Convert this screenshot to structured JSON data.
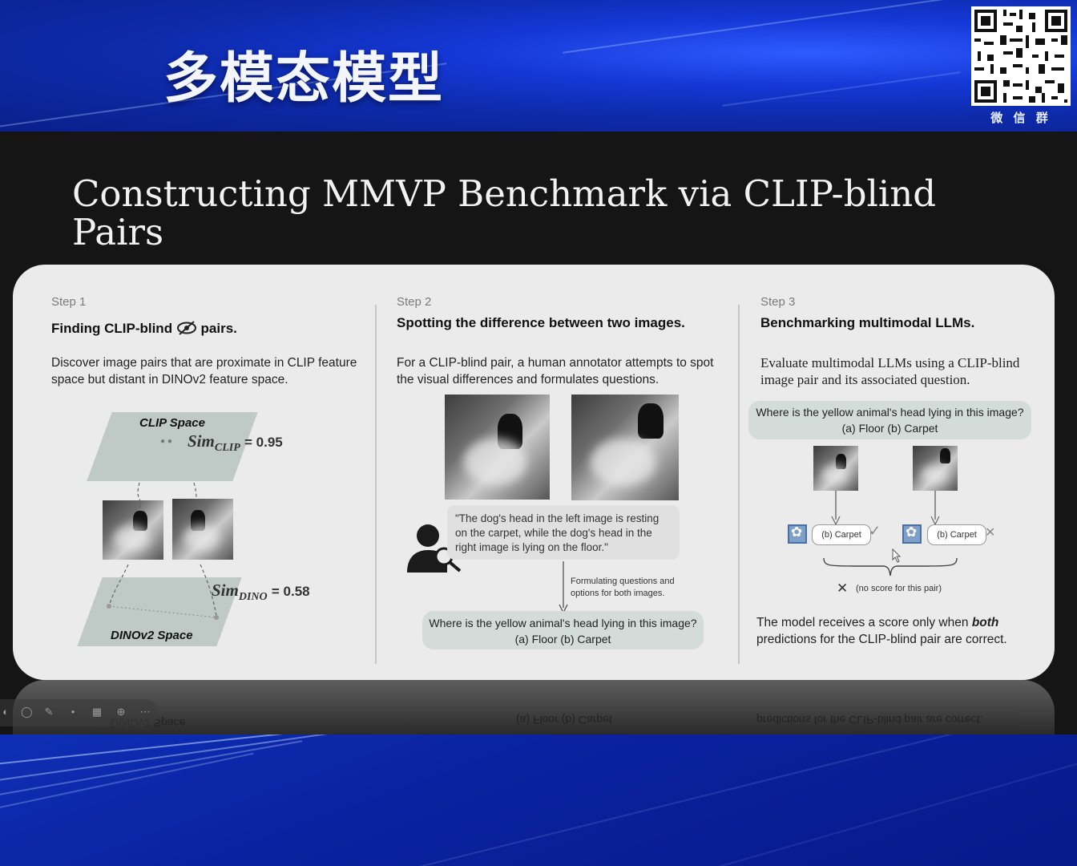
{
  "banner": {
    "title": "多模态模型",
    "qr_caption": "微 信 群"
  },
  "slide": {
    "title": "Constructing MMVP Benchmark via CLIP-blind Pairs"
  },
  "step1": {
    "label": "Step 1",
    "heading_before": "Finding CLIP-blind",
    "heading_after": "pairs.",
    "desc": "Discover image pairs that are proximate in CLIP feature space but distant in DINOv2 feature space.",
    "clip_space": "CLIP Space",
    "sim_clip_base": "Sim",
    "sim_clip_sub": "CLIP",
    "sim_clip_value": "= 0.95",
    "sim_dino_base": "Sim",
    "sim_dino_sub": "DINO",
    "sim_dino_value": "= 0.58",
    "dino_space": "DINOv2 Space"
  },
  "step2": {
    "label": "Step 2",
    "heading": "Spotting the difference between two images.",
    "desc": "For a CLIP-blind pair, a human annotator attempts to spot the visual differences and formulates questions.",
    "quote": "\"The dog's head in the left image is resting on the carpet, while the dog's head in the right image is lying on the floor.\"",
    "note_line1": "Formulating questions and",
    "note_line2": "options for both images.",
    "question": "Where is the yellow animal's head lying in this image?",
    "options": "(a) Floor  (b) Carpet"
  },
  "step3": {
    "label": "Step 3",
    "heading": "Benchmarking multimodal LLMs.",
    "desc": "Evaluate multimodal LLMs using a CLIP-blind image pair and its associated question.",
    "question": "Where is the yellow animal's head lying in this image?",
    "options": "(a) Floor  (b) Carpet",
    "pred_left": "(b) Carpet",
    "pred_right": "(b) Carpet",
    "no_score": "(no score for this pair)",
    "conclusion_before": "The model receives a score only when ",
    "conclusion_bold": "both",
    "conclusion_after": " predictions for the CLIP-blind pair are correct."
  },
  "reflection": {
    "left": "DINOv2 Space",
    "center": "(a) Floor  (b) Carpet",
    "right": "predictions for the CLIP-blind pair are correct."
  },
  "colors": {
    "banner_blue": "#1438d6",
    "card_bg": "#ebebeb",
    "bubble": "#d3dcd9",
    "slide_bg": "#151515"
  },
  "icons": [
    "qr-code",
    "eye-slash-icon",
    "person-search-icon",
    "openai-icon",
    "check-icon",
    "cross-icon",
    "cursor-icon"
  ]
}
